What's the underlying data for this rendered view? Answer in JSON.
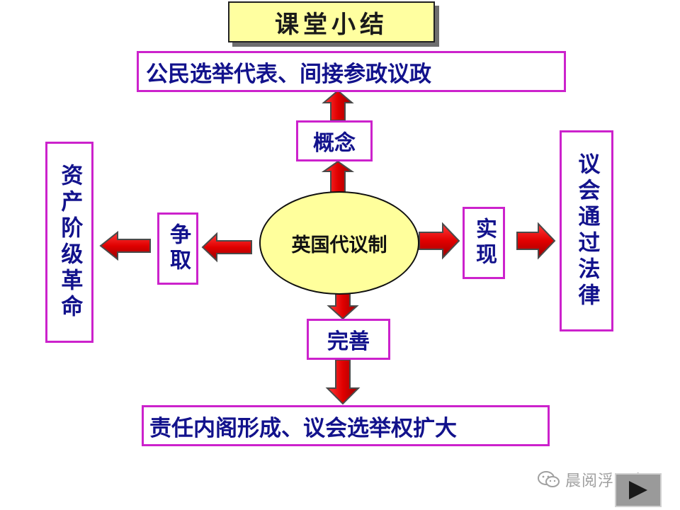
{
  "title": "课堂小结",
  "center": "英国代议制",
  "labels": {
    "concept": "概念",
    "strive": "争取",
    "realize": "实现",
    "improve": "完善"
  },
  "outcomes": {
    "concept_text": "公民选举代表、间接参政议政",
    "strive_text": "资产阶级革命",
    "realize_text": "议会通过法律",
    "improve_text": "责任内阁形成、议会选举权扩大"
  },
  "watermark": "晨阅浮一白",
  "colors": {
    "title_bg": "#ffffa0",
    "ellipse_bg": "#ffff9c",
    "box_border": "#cc22cc",
    "text": "#12128c",
    "arrow_fill": "#e00000"
  },
  "icons": {
    "watermark": "wechat-icon",
    "nav": "play-icon"
  }
}
